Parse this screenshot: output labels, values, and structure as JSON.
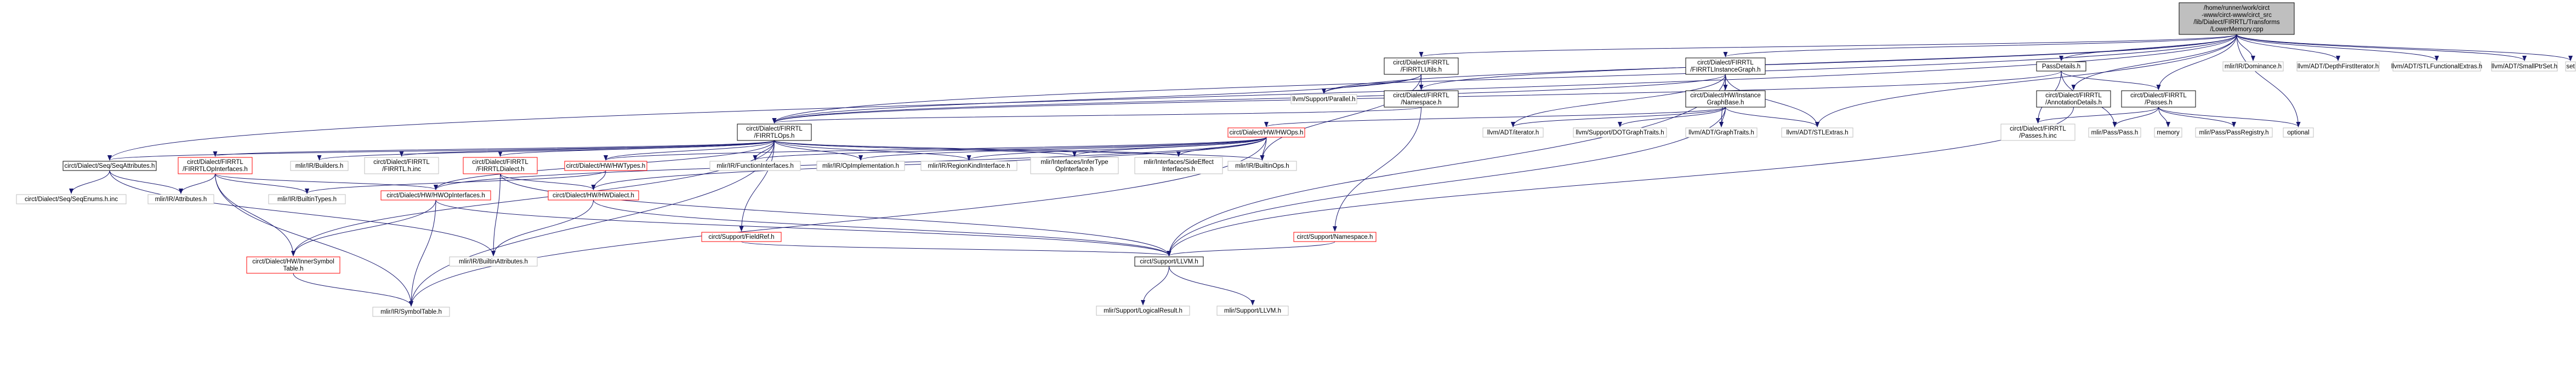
{
  "colors": {
    "root_fill": "#bfbfbf",
    "normal_border": "#000000",
    "missing_border": "#bfbfbf",
    "broken_border": "#ff0000",
    "edge": "#191970",
    "fill": "#ffffff"
  },
  "nodes": [
    {
      "id": "root",
      "kind": "root",
      "lines": [
        "/home/runner/work/circt",
        "-www/circt-www/circt_src",
        "/lib/Dialect/FIRRTL/Transforms",
        "/LowerMemory.cpp"
      ]
    },
    {
      "id": "firrtlutils",
      "kind": "normal",
      "lines": [
        "circt/Dialect/FIRRTL",
        "/FIRRTLUtils.h"
      ]
    },
    {
      "id": "instgraph",
      "kind": "normal",
      "lines": [
        "circt/Dialect/FIRRTL",
        "/FIRRTLInstanceGraph.h"
      ]
    },
    {
      "id": "passdetails",
      "kind": "normal",
      "lines": [
        "PassDetails.h"
      ]
    },
    {
      "id": "mlir_dominance",
      "kind": "missing",
      "lines": [
        "mlir/IR/Dominance.h"
      ]
    },
    {
      "id": "llvm_dfi",
      "kind": "missing",
      "lines": [
        "llvm/ADT/DepthFirstIterator.h"
      ]
    },
    {
      "id": "llvm_stlfunc",
      "kind": "missing",
      "lines": [
        "llvm/ADT/STLFunctionalExtras.h"
      ]
    },
    {
      "id": "llvm_smallptrset",
      "kind": "missing",
      "lines": [
        "llvm/ADT/SmallPtrSet.h"
      ]
    },
    {
      "id": "set",
      "kind": "missing",
      "lines": [
        "set"
      ]
    },
    {
      "id": "llvm_parallel",
      "kind": "missing",
      "lines": [
        "llvm/Support/Parallel.h"
      ]
    },
    {
      "id": "namespace",
      "kind": "normal",
      "lines": [
        "circt/Dialect/FIRRTL",
        "/Namespace.h"
      ]
    },
    {
      "id": "hwinstgraph",
      "kind": "normal",
      "lines": [
        "circt/Dialect/HW/Instance",
        "GraphBase.h"
      ]
    },
    {
      "id": "annodetails",
      "kind": "normal",
      "lines": [
        "circt/Dialect/FIRRTL",
        "/AnnotationDetails.h"
      ]
    },
    {
      "id": "passes",
      "kind": "normal",
      "lines": [
        "circt/Dialect/FIRRTL",
        "/Passes.h"
      ]
    },
    {
      "id": "firrtlops",
      "kind": "normal",
      "lines": [
        "circt/Dialect/FIRRTL",
        "/FIRRTLOps.h"
      ]
    },
    {
      "id": "hwops",
      "kind": "broken",
      "lines": [
        "circt/Dialect/HW/HWOps.h"
      ]
    },
    {
      "id": "llvm_iterator",
      "kind": "missing",
      "lines": [
        "llvm/ADT/iterator.h"
      ]
    },
    {
      "id": "dotgraph",
      "kind": "missing",
      "lines": [
        "llvm/Support/DOTGraphTraits.h"
      ]
    },
    {
      "id": "graphtraits",
      "kind": "missing",
      "lines": [
        "llvm/ADT/GraphTraits.h"
      ]
    },
    {
      "id": "stlextras",
      "kind": "missing",
      "lines": [
        "llvm/ADT/STLExtras.h"
      ]
    },
    {
      "id": "passes_inc",
      "kind": "missing",
      "lines": [
        "circt/Dialect/FIRRTL",
        "/Passes.h.inc"
      ]
    },
    {
      "id": "mlir_pass",
      "kind": "missing",
      "lines": [
        "mlir/Pass/Pass.h"
      ]
    },
    {
      "id": "memory",
      "kind": "missing",
      "lines": [
        "memory"
      ]
    },
    {
      "id": "passregistry",
      "kind": "missing",
      "lines": [
        "mlir/Pass/PassRegistry.h"
      ]
    },
    {
      "id": "optional",
      "kind": "missing",
      "lines": [
        "optional"
      ]
    },
    {
      "id": "seqattrs",
      "kind": "normal",
      "lines": [
        "circt/Dialect/Seq/SeqAttributes.h"
      ]
    },
    {
      "id": "opinterfaces",
      "kind": "broken",
      "lines": [
        "circt/Dialect/FIRRTL",
        "/FIRRTLOpInterfaces.h"
      ]
    },
    {
      "id": "mlir_builders",
      "kind": "missing",
      "lines": [
        "mlir/IR/Builders.h"
      ]
    },
    {
      "id": "firrtl_inc",
      "kind": "missing",
      "lines": [
        "circt/Dialect/FIRRTL",
        "/FIRRTL.h.inc"
      ]
    },
    {
      "id": "firrtldialect",
      "kind": "broken",
      "lines": [
        "circt/Dialect/FIRRTL",
        "/FIRRTLDialect.h"
      ]
    },
    {
      "id": "hwtypes",
      "kind": "broken",
      "lines": [
        "circt/Dialect/HW/HWTypes.h"
      ]
    },
    {
      "id": "funcinterfaces",
      "kind": "missing",
      "lines": [
        "mlir/IR/FunctionInterfaces.h"
      ]
    },
    {
      "id": "opimpl",
      "kind": "missing",
      "lines": [
        "mlir/IR/OpImplementation.h"
      ]
    },
    {
      "id": "regionkind",
      "kind": "missing",
      "lines": [
        "mlir/IR/RegionKindInterface.h"
      ]
    },
    {
      "id": "infertype",
      "kind": "missing",
      "lines": [
        "mlir/Interfaces/InferType",
        "OpInterface.h"
      ]
    },
    {
      "id": "sideeffect",
      "kind": "missing",
      "lines": [
        "mlir/Interfaces/SideEffect",
        "Interfaces.h"
      ]
    },
    {
      "id": "builtinops",
      "kind": "missing",
      "lines": [
        "mlir/IR/BuiltinOps.h"
      ]
    },
    {
      "id": "seqenums",
      "kind": "missing",
      "lines": [
        "circt/Dialect/Seq/SeqEnums.h.inc"
      ]
    },
    {
      "id": "attributes",
      "kind": "missing",
      "lines": [
        "mlir/IR/Attributes.h"
      ]
    },
    {
      "id": "builtintypes",
      "kind": "missing",
      "lines": [
        "mlir/IR/BuiltinTypes.h"
      ]
    },
    {
      "id": "hwopinterfaces",
      "kind": "broken",
      "lines": [
        "circt/Dialect/HW/HWOpInterfaces.h"
      ]
    },
    {
      "id": "hwdialect",
      "kind": "broken",
      "lines": [
        "circt/Dialect/HW/HWDialect.h"
      ]
    },
    {
      "id": "fieldref",
      "kind": "broken",
      "lines": [
        "circt/Support/FieldRef.h"
      ]
    },
    {
      "id": "supnamespace",
      "kind": "broken",
      "lines": [
        "circt/Support/Namespace.h"
      ]
    },
    {
      "id": "innersym",
      "kind": "broken",
      "lines": [
        "circt/Dialect/HW/InnerSymbol",
        "Table.h"
      ]
    },
    {
      "id": "builtinattrs",
      "kind": "missing",
      "lines": [
        "mlir/IR/BuiltinAttributes.h"
      ]
    },
    {
      "id": "circtllvm",
      "kind": "normal",
      "lines": [
        "circt/Support/LLVM.h"
      ]
    },
    {
      "id": "symboltable",
      "kind": "missing",
      "lines": [
        "mlir/IR/SymbolTable.h"
      ]
    },
    {
      "id": "logicalresult",
      "kind": "missing",
      "lines": [
        "mlir/Support/LogicalResult.h"
      ]
    },
    {
      "id": "mlirllvm",
      "kind": "missing",
      "lines": [
        "mlir/Support/LLVM.h"
      ]
    }
  ],
  "edges": [
    [
      "root",
      "firrtlutils"
    ],
    [
      "root",
      "instgraph"
    ],
    [
      "root",
      "passdetails"
    ],
    [
      "root",
      "mlir_dominance"
    ],
    [
      "root",
      "llvm_dfi"
    ],
    [
      "root",
      "llvm_stlfunc"
    ],
    [
      "root",
      "llvm_smallptrset"
    ],
    [
      "root",
      "set"
    ],
    [
      "root",
      "llvm_parallel"
    ],
    [
      "root",
      "annodetails"
    ],
    [
      "root",
      "passes"
    ],
    [
      "root",
      "firrtlops"
    ],
    [
      "root",
      "namespace"
    ],
    [
      "root",
      "seqattrs"
    ],
    [
      "root",
      "stlextras"
    ],
    [
      "root",
      "optional"
    ],
    [
      "firrtlutils",
      "firrtlops"
    ],
    [
      "firrtlutils",
      "namespace"
    ],
    [
      "firrtlutils",
      "llvm_parallel"
    ],
    [
      "firrtlutils",
      "builtinops"
    ],
    [
      "instgraph",
      "hwinstgraph"
    ],
    [
      "instgraph",
      "firrtlops"
    ],
    [
      "instgraph",
      "llvm_iterator"
    ],
    [
      "instgraph",
      "graphtraits"
    ],
    [
      "instgraph",
      "stlextras"
    ],
    [
      "instgraph",
      "circtllvm"
    ],
    [
      "passdetails",
      "passes"
    ],
    [
      "passdetails",
      "firrtlops"
    ],
    [
      "passdetails",
      "mlir_pass"
    ],
    [
      "passdetails",
      "passes_inc"
    ],
    [
      "namespace",
      "firrtlops"
    ],
    [
      "namespace",
      "supnamespace"
    ],
    [
      "hwinstgraph",
      "hwops"
    ],
    [
      "hwinstgraph",
      "llvm_iterator"
    ],
    [
      "hwinstgraph",
      "dotgraph"
    ],
    [
      "hwinstgraph",
      "graphtraits"
    ],
    [
      "hwinstgraph",
      "stlextras"
    ],
    [
      "hwinstgraph",
      "circtllvm"
    ],
    [
      "annodetails",
      "circtllvm"
    ],
    [
      "passes",
      "passes_inc"
    ],
    [
      "passes",
      "mlir_pass"
    ],
    [
      "passes",
      "memory"
    ],
    [
      "passes",
      "passregistry"
    ],
    [
      "passes",
      "optional"
    ],
    [
      "firrtlops",
      "seqattrs"
    ],
    [
      "firrtlops",
      "opinterfaces"
    ],
    [
      "firrtlops",
      "mlir_builders"
    ],
    [
      "firrtlops",
      "firrtl_inc"
    ],
    [
      "firrtlops",
      "firrtldialect"
    ],
    [
      "firrtlops",
      "hwtypes"
    ],
    [
      "firrtlops",
      "funcinterfaces"
    ],
    [
      "firrtlops",
      "opimpl"
    ],
    [
      "firrtlops",
      "regionkind"
    ],
    [
      "firrtlops",
      "infertype"
    ],
    [
      "firrtlops",
      "sideeffect"
    ],
    [
      "firrtlops",
      "hwopinterfaces"
    ],
    [
      "firrtlops",
      "fieldref"
    ],
    [
      "firrtlops",
      "innersym"
    ],
    [
      "firrtlops",
      "symboltable"
    ],
    [
      "firrtlops",
      "builtinops"
    ],
    [
      "hwops",
      "hwopinterfaces"
    ],
    [
      "hwops",
      "hwtypes"
    ],
    [
      "hwops",
      "hwdialect"
    ],
    [
      "hwops",
      "funcinterfaces"
    ],
    [
      "hwops",
      "opimpl"
    ],
    [
      "hwops",
      "regionkind"
    ],
    [
      "hwops",
      "infertype"
    ],
    [
      "hwops",
      "sideeffect"
    ],
    [
      "hwops",
      "builtinops"
    ],
    [
      "hwops",
      "symboltable"
    ],
    [
      "seqattrs",
      "seqenums"
    ],
    [
      "seqattrs",
      "attributes"
    ],
    [
      "seqattrs",
      "builtinattrs"
    ],
    [
      "opinterfaces",
      "attributes"
    ],
    [
      "opinterfaces",
      "builtintypes"
    ],
    [
      "opinterfaces",
      "hwopinterfaces"
    ],
    [
      "opinterfaces",
      "innersym"
    ],
    [
      "opinterfaces",
      "symboltable"
    ],
    [
      "firrtldialect",
      "hwdialect"
    ],
    [
      "firrtldialect",
      "builtinattrs"
    ],
    [
      "firrtldialect",
      "circtllvm"
    ],
    [
      "hwtypes",
      "hwdialect"
    ],
    [
      "hwtypes",
      "builtintypes"
    ],
    [
      "hwopinterfaces",
      "innersym"
    ],
    [
      "hwopinterfaces",
      "symboltable"
    ],
    [
      "hwopinterfaces",
      "circtllvm"
    ],
    [
      "hwdialect",
      "builtinattrs"
    ],
    [
      "hwdialect",
      "circtllvm"
    ],
    [
      "fieldref",
      "circtllvm"
    ],
    [
      "supnamespace",
      "circtllvm"
    ],
    [
      "innersym",
      "symboltable"
    ],
    [
      "circtllvm",
      "logicalresult"
    ],
    [
      "circtllvm",
      "mlirllvm"
    ]
  ]
}
